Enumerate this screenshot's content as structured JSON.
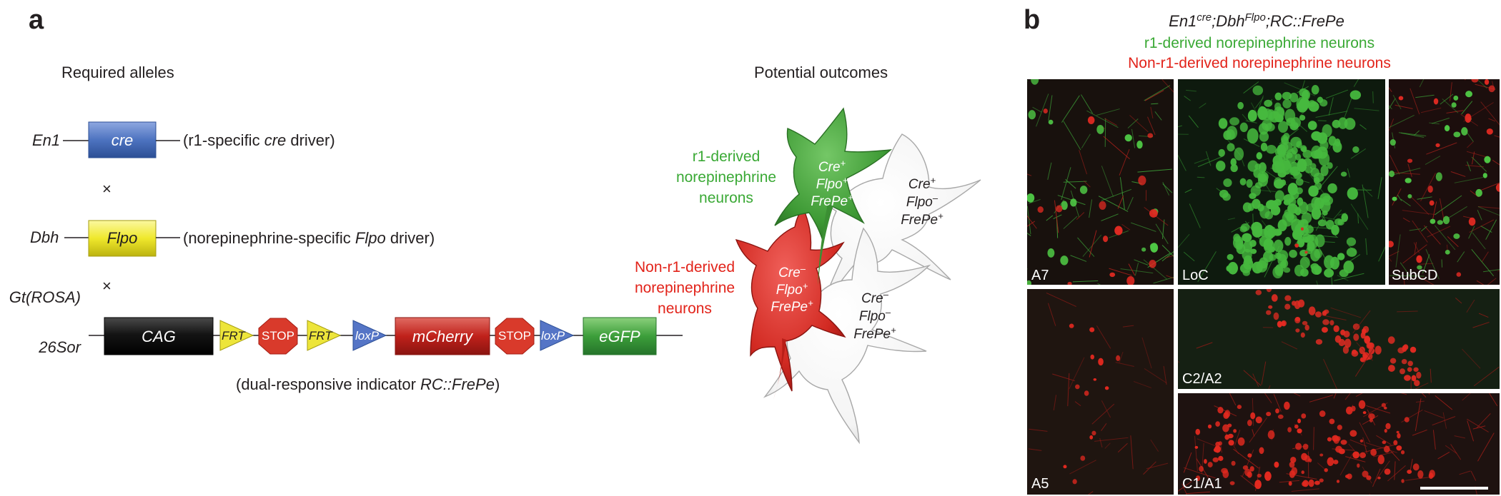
{
  "panel_a": {
    "label": "a",
    "alleles_heading": "Required alleles",
    "outcomes_heading": "Potential outcomes",
    "cross_symbol": "×",
    "en1": {
      "gene": "En1",
      "box": "cre",
      "desc_pre": "(r1-specific ",
      "desc_it": "cre",
      "desc_post": " driver)"
    },
    "dbh": {
      "gene": "Dbh",
      "box": "Flpo",
      "desc_pre": "(norepinephrine-specific ",
      "desc_it": "Flpo",
      "desc_post": " driver)"
    },
    "rosa": {
      "gene_line1": "Gt(ROSA)",
      "gene_line2": "26Sor",
      "cag": "CAG",
      "frt": "FRT",
      "stop": "STOP",
      "loxp": "loxP",
      "mcherry": "mCherry",
      "egfp": "eGFP",
      "desc_pre": "(dual-responsive indicator ",
      "desc_it": "RC::FrePe",
      "desc_post": ")"
    },
    "green_label": [
      "r1-derived",
      "norepinephrine",
      "neurons"
    ],
    "red_label": [
      "Non-r1-derived",
      "norepinephrine",
      "neurons"
    ],
    "cells": {
      "green": [
        [
          "Cre",
          "+"
        ],
        [
          "Flpo",
          "+"
        ],
        [
          "FrePe",
          "+"
        ]
      ],
      "red": [
        [
          "Cre",
          "–"
        ],
        [
          "Flpo",
          "+"
        ],
        [
          "FrePe",
          "+"
        ]
      ],
      "white_top": [
        [
          "Cre",
          "+"
        ],
        [
          "Flpo",
          "–"
        ],
        [
          "FrePe",
          "+"
        ]
      ],
      "white_bottom": [
        [
          "Cre",
          "–"
        ],
        [
          "Flpo",
          "–"
        ],
        [
          "FrePe",
          "+"
        ]
      ]
    }
  },
  "panel_b": {
    "label": "b",
    "genotype": {
      "p1": "En1",
      "s1": "cre",
      "p2": ";Dbh",
      "s2": "Flpo",
      "p3": ";RC::FrePe"
    },
    "green_line": "r1-derived norepinephrine neurons",
    "red_line": "Non-r1-derived norepinephrine neurons",
    "panes": [
      "A7",
      "LoC",
      "SubCD",
      "A5",
      "C2/A2",
      "C1/A1"
    ]
  },
  "colors": {
    "green_text": "#3aa935",
    "red_text": "#e2231a",
    "cre_box": "#4d73c0",
    "flpo_box": "#f0ec2a",
    "cag_box": "#111111",
    "mcherry_box": "#c0211b",
    "egfp_box": "#3c9e3a",
    "stop_sign": "#d93a2b",
    "frt_tri": "#ede53a",
    "loxp_tri": "#5575c6"
  }
}
